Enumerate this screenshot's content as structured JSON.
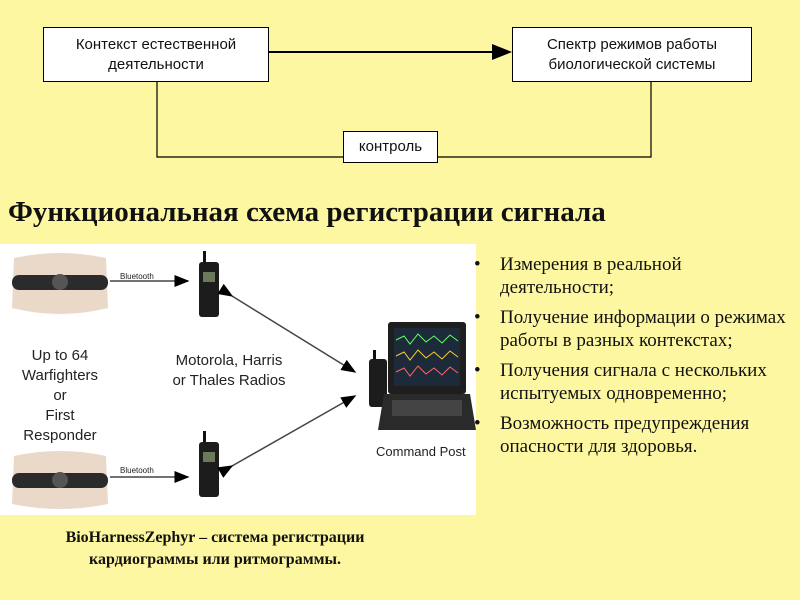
{
  "diagram": {
    "context_box": "Контекст естественной\nдеятельности",
    "spectrum_box": "Спектр режимов работы\nбиологической системы",
    "control_box": "контроль"
  },
  "title": "Функциональная схема регистрации сигнала",
  "photo": {
    "bluetooth_top": "Bluetooth",
    "bluetooth_bottom": "Bluetooth",
    "warfighters": "Up to 64\nWarfighters\nor\nFirst Responder",
    "radios": "Motorola, Harris\nor Thales Radios",
    "command_post": "Command Post"
  },
  "bullets": [
    "Измерения в реальной деятельности;",
    "Получение информации о режимах работы в разных контекстах;",
    "Получения сигнала с нескольких испытуемых одновременно;",
    "Возможность предупреждения опасности для здоровья."
  ],
  "caption": "BioHarnessZephyr  – система регистрации кардиограммы или ритмограммы."
}
